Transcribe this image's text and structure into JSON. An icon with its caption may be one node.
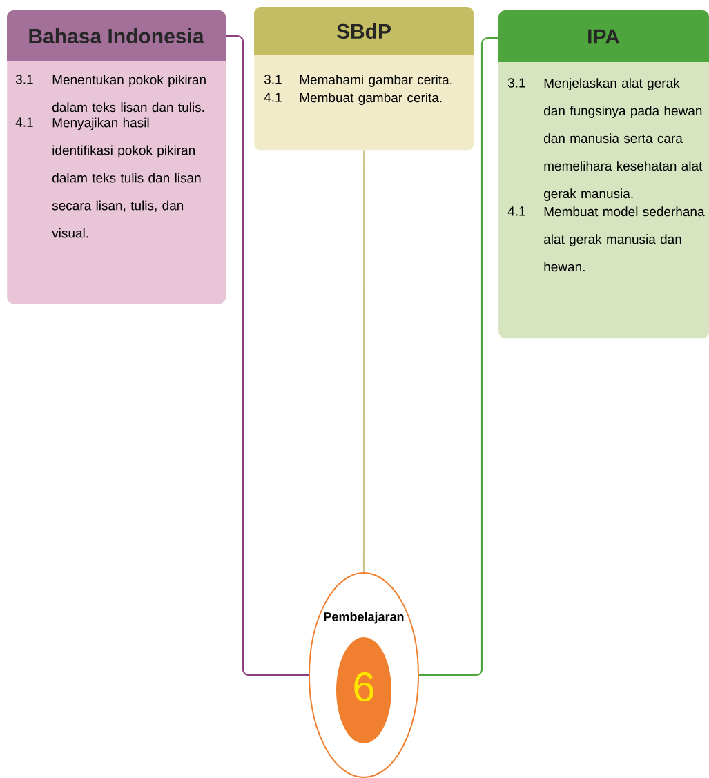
{
  "diagram": {
    "nodes": [
      {
        "text": [
          "Bahasa Indonesia",
          "3.1",
          "Menentukan pokok pikiran dalam teks lisan dan tulis.",
          "4.1",
          "Menyajikan hasil identifikasi pokok pikiran dalam teks tulis dan lisan secara lisan, tulis, dan visual."
        ]
      },
      {
        "text": [
          "SBdP",
          "3.1",
          "Memahami gambar cerita.",
          "4.1",
          "Membuat gambar cerita."
        ]
      },
      {
        "text": [
          "IPA",
          "3.1",
          "Menjelaskan alat gerak dan fungsinya pada hewan dan manusia serta cara memelihara kesehatan alat gerak manusia.",
          "4.1",
          "Membuat model sederhana alat gerak manusia dan hewan."
        ]
      },
      {
        "text": [
          "Pembelajaran",
          "6"
        ]
      }
    ],
    "edges": [
      {
        "from": 3,
        "to": 0,
        "arrow": "none",
        "color": "#8a3d80"
      },
      {
        "from": 3,
        "to": 1,
        "arrow": "none",
        "color": "#c9c48a"
      },
      {
        "from": 3,
        "to": 2,
        "arrow": "none",
        "color": "#4ea53d"
      }
    ]
  }
}
